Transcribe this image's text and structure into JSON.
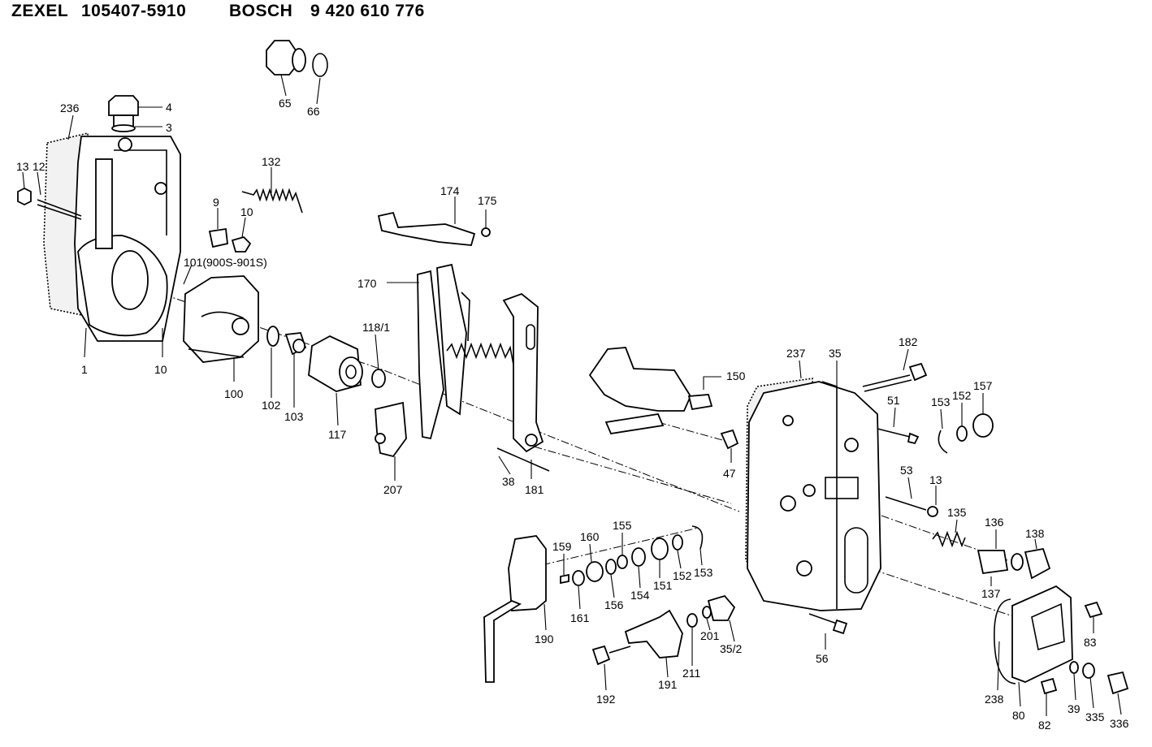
{
  "header": {
    "brand1": "ZEXEL",
    "part1": "105407-5910",
    "brand2": "BOSCH",
    "part2": "9 420 610 776"
  },
  "callouts": [
    "65",
    "66",
    "4",
    "3",
    "236",
    "13",
    "12",
    "132",
    "9",
    "10",
    "101(900S-901S)",
    "174",
    "175",
    "170",
    "1",
    "10",
    "100",
    "102",
    "103",
    "117",
    "118/1",
    "207",
    "38",
    "181",
    "150",
    "237",
    "35",
    "182",
    "51",
    "153",
    "152",
    "157",
    "47",
    "53",
    "13",
    "135",
    "136",
    "138",
    "137",
    "159",
    "160",
    "155",
    "161",
    "156",
    "154",
    "151",
    "152",
    "153",
    "190",
    "192",
    "191",
    "211",
    "201",
    "35/2",
    "56",
    "83",
    "238",
    "80",
    "82",
    "39",
    "335",
    "336"
  ]
}
